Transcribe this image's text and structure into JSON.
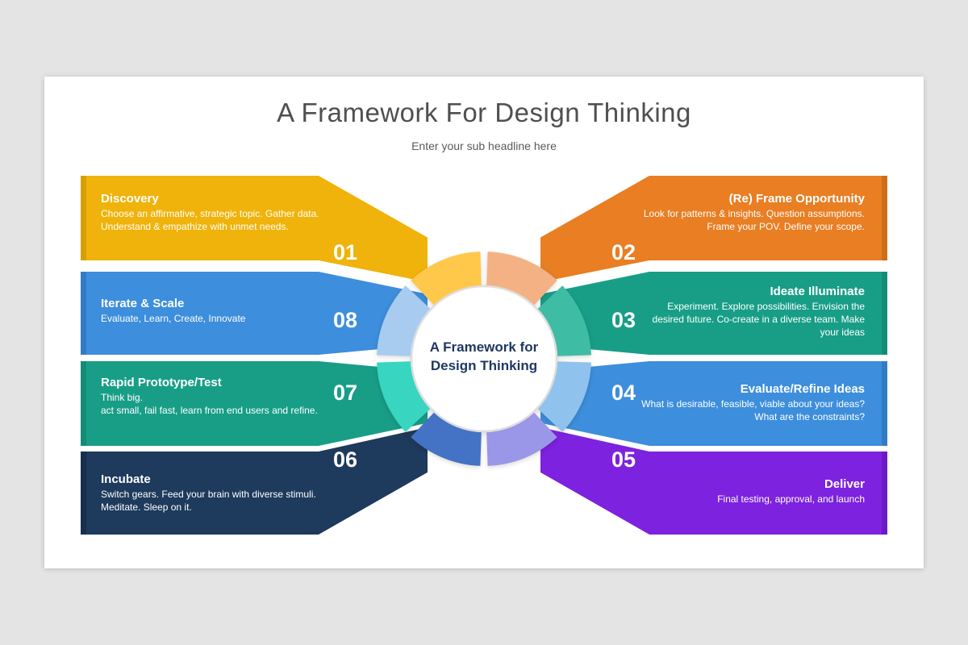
{
  "page": {
    "background": "#e4e4e5",
    "slide_background": "#ffffff"
  },
  "slide": {
    "title": "A Framework For Design Thinking",
    "subtitle": "Enter your sub headline here"
  },
  "center": {
    "line1": "A Framework for",
    "line2": "Design Thinking",
    "text_color": "#1F3864"
  },
  "steps": [
    {
      "number": "01",
      "title": "Discovery",
      "description": "Choose an affirmative, strategic topic. Gather data. Understand & empathize with unmet needs.",
      "color": "#F0B30B",
      "accent": "#C28E00"
    },
    {
      "number": "02",
      "title": "(Re) Frame Opportunity",
      "description": "Look for patterns & insights. Question assumptions. Frame your POV. Define your scope.",
      "color": "#E97E23",
      "accent": "#BA5F10"
    },
    {
      "number": "03",
      "title": "Ideate Illuminate",
      "description": "Experiment. Explore possibilities. Envision the desired future. Co-create in a diverse team. Make your ideas",
      "color": "#189E87",
      "accent": "#0F7D69"
    },
    {
      "number": "04",
      "title": "Evaluate/Refine Ideas",
      "description": "What is desirable, feasible, viable about your ideas? What are the constraints?",
      "color": "#3D8EDC",
      "accent": "#2A6DB3"
    },
    {
      "number": "05",
      "title": "Deliver",
      "description": "Final testing, approval, and launch",
      "color": "#7D22DE",
      "accent": "#5E14B0"
    },
    {
      "number": "06",
      "title": "Incubate",
      "description": "Switch gears. Feed your brain with diverse stimuli. Meditate. Sleep on it.",
      "color": "#1E3A5C",
      "accent": "#132843"
    },
    {
      "number": "07",
      "title": "Rapid Prototype/Test",
      "description": "Think big.\nact small, fail fast, learn from end users and refine.",
      "color": "#189E87",
      "accent": "#0F7D69"
    },
    {
      "number": "08",
      "title": "Iterate & Scale",
      "description": "Evaluate, Learn, Create, Innovate",
      "color": "#3D8EDC",
      "accent": "#2A6DB3"
    }
  ],
  "donut": {
    "segment_colors": [
      "#F4B183",
      "#3EBDA4",
      "#8FC3EE",
      "#9A96E8",
      "#4472C4",
      "#38D5C0",
      "#A8CBF0",
      "#FFC84A"
    ]
  }
}
